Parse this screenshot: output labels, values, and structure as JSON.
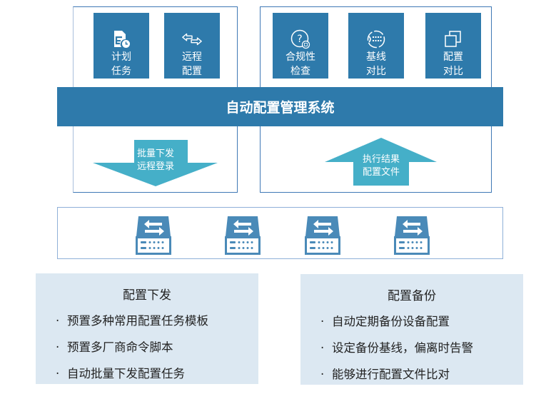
{
  "system": {
    "title": "自动配置管理系统"
  },
  "left_group": {
    "tiles": [
      {
        "icon": "scheduled-task-icon",
        "label": "计划\n任务"
      },
      {
        "icon": "remote-config-arrows-icon",
        "label": "远程\n配置"
      }
    ],
    "arrow": {
      "direction": "down",
      "label": "批量下发\n远程登录"
    }
  },
  "right_group": {
    "tiles": [
      {
        "icon": "compliance-check-icon",
        "label": "合规性\n检查"
      },
      {
        "icon": "baseline-compare-icon",
        "label": "基线\n对比"
      },
      {
        "icon": "config-compare-icon",
        "label": "配置\n对比"
      }
    ],
    "arrow": {
      "direction": "up",
      "label": "执行结果\n配置文件"
    }
  },
  "devices": [
    {
      "icon": "network-switch-icon"
    },
    {
      "icon": "network-switch-icon"
    },
    {
      "icon": "network-switch-icon"
    },
    {
      "icon": "network-switch-icon"
    }
  ],
  "panels": [
    {
      "title": "配置下发",
      "bullet": "·",
      "items": [
        "预置多种常用配置任务模板",
        "预置多厂商命令脚本",
        "自动批量下发配置任务"
      ]
    },
    {
      "title": "配置备份",
      "bullet": "·",
      "items": [
        "自动定期备份设备配置",
        "设定备份基线，偏离时告警",
        "能够进行配置文件比对"
      ]
    }
  ],
  "colors": {
    "tile_blue": "#2e7aab",
    "arrow_cyan": "#45afc8",
    "frame_blue": "#3f78b5",
    "device_blue": "#4a8ab8",
    "panel_bg": "#dce8f2"
  }
}
